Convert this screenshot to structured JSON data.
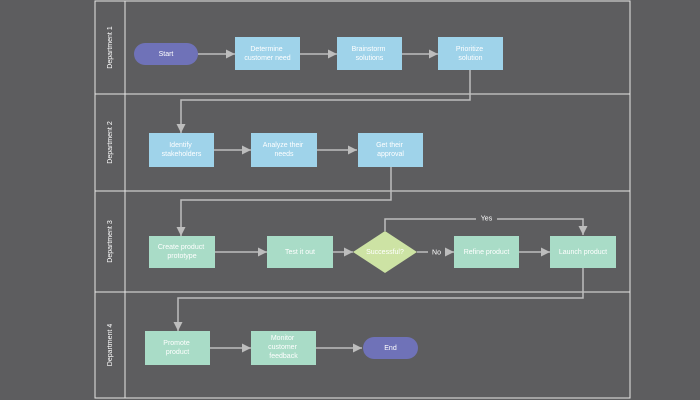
{
  "lanes": [
    {
      "label": "Department 1"
    },
    {
      "label": "Department 2"
    },
    {
      "label": "Department 3"
    },
    {
      "label": "Department 4"
    }
  ],
  "nodes": {
    "start": {
      "lines": [
        "Start"
      ]
    },
    "determine": {
      "lines": [
        "Determine",
        "customer need"
      ]
    },
    "brainstorm": {
      "lines": [
        "Brainstorm",
        "solutions"
      ]
    },
    "prioritize": {
      "lines": [
        "Prioritize",
        "solution"
      ]
    },
    "identify": {
      "lines": [
        "Identify",
        "stakeholders"
      ]
    },
    "analyze": {
      "lines": [
        "Analyze their",
        "needs"
      ]
    },
    "approval": {
      "lines": [
        "Get their",
        "approval"
      ]
    },
    "prototype": {
      "lines": [
        "Create product",
        "prototype"
      ]
    },
    "test": {
      "lines": [
        "Test it out"
      ]
    },
    "successful": {
      "lines": [
        "Successful?"
      ]
    },
    "refine": {
      "lines": [
        "Refine product"
      ]
    },
    "launch": {
      "lines": [
        "Launch product"
      ]
    },
    "promote": {
      "lines": [
        "Promote",
        "product"
      ]
    },
    "monitor": {
      "lines": [
        "Monitor",
        "customer",
        "feedback"
      ]
    },
    "end": {
      "lines": [
        "End"
      ]
    }
  },
  "edge_labels": {
    "yes": "Yes",
    "no": "No"
  },
  "colors": {
    "background": "#5d5d5f",
    "lane_border": "#e6e6e6",
    "terminal": "#6f72b8",
    "blue_box": "#9fd3ea",
    "green_box": "#a9dcc7",
    "decision": "#cde3a4",
    "arrow": "#bdbdbd"
  }
}
